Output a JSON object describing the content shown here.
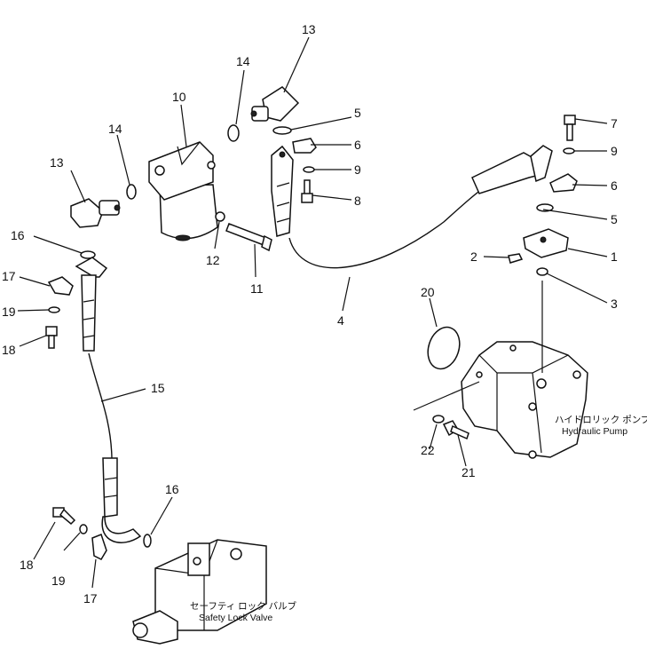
{
  "callouts": {
    "n1": "1",
    "n2": "2",
    "n3": "3",
    "n4": "4",
    "n5a": "5",
    "n5b": "5",
    "n6a": "6",
    "n6b": "6",
    "n7": "7",
    "n8": "8",
    "n9a": "9",
    "n9b": "9",
    "n10": "10",
    "n11": "11",
    "n12": "12",
    "n13a": "13",
    "n13b": "13",
    "n14a": "14",
    "n14b": "14",
    "n15": "15",
    "n16a": "16",
    "n16b": "16",
    "n17a": "17",
    "n17b": "17",
    "n18a": "18",
    "n18b": "18",
    "n19a": "19",
    "n19b": "19",
    "n20": "20",
    "n21": "21",
    "n22": "22"
  },
  "labels": {
    "pump_jp": "ハイドロリック ポンプ",
    "pump_en": "Hydraulic Pump",
    "valve_jp": "セーフティ ロック バルブ",
    "valve_en": "Safety Lock Valve"
  }
}
